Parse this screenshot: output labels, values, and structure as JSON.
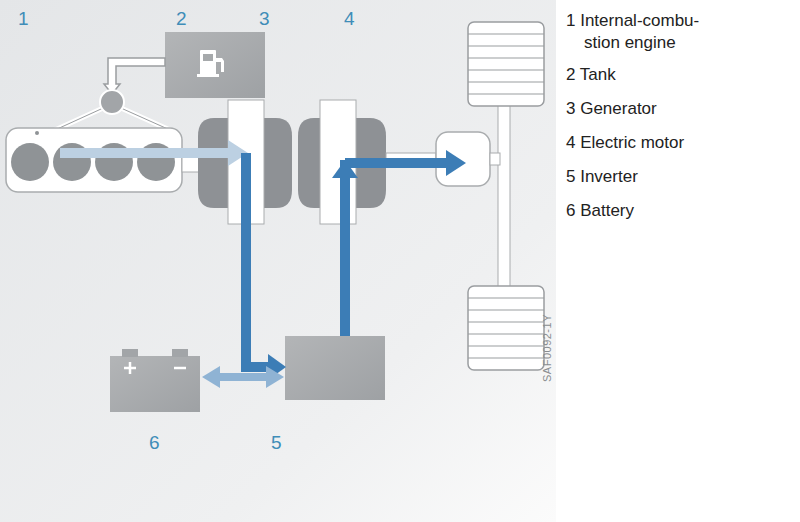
{
  "diagram": {
    "labels": [
      "1",
      "2",
      "3",
      "4",
      "5",
      "6",
      "1 Internal-combu- stion engine",
      "2 Tank",
      "3 Generator",
      "4 Electric motor",
      "5 Inverter",
      "6 Battery",
      "SAF0092-1Y"
    ]
  }
}
